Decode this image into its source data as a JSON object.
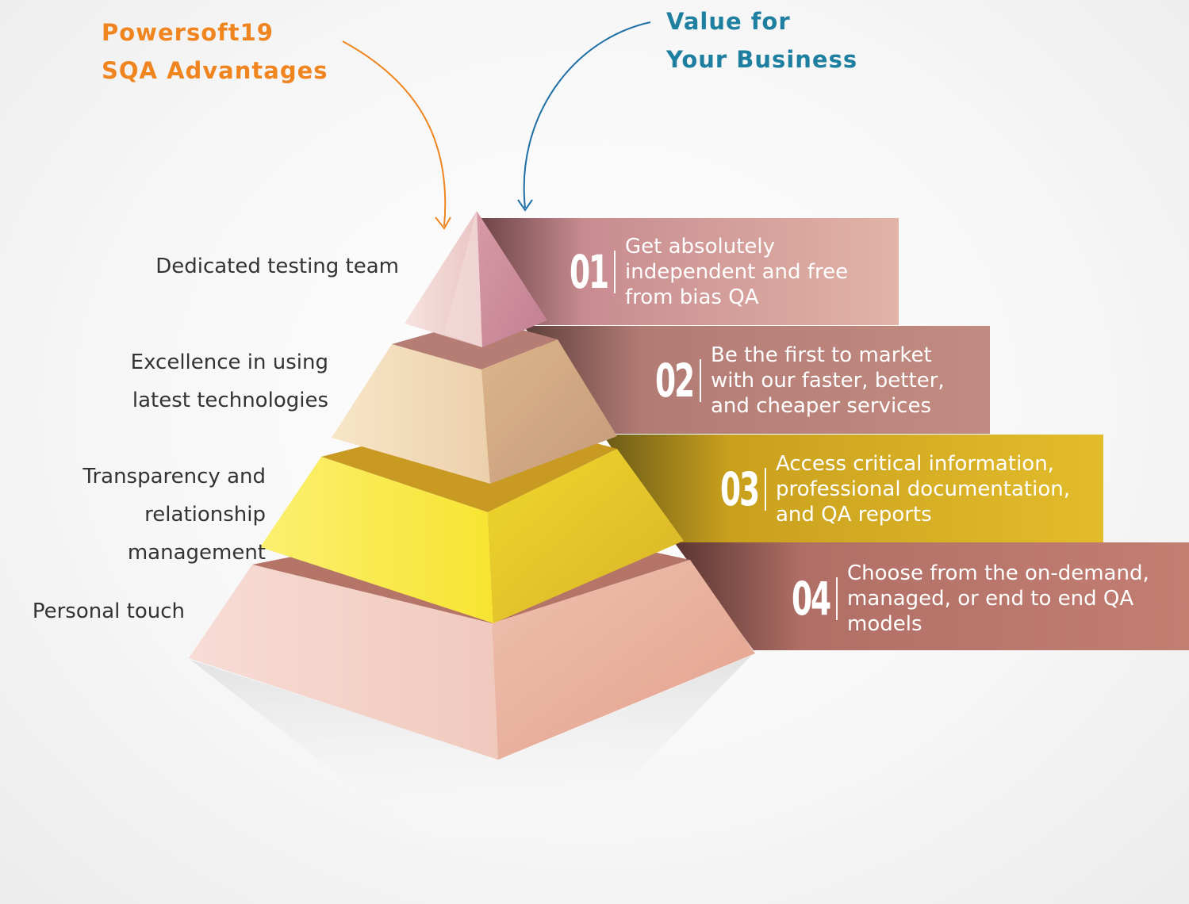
{
  "headings": {
    "advantages": [
      "Powersoft19",
      "SQA Advantages"
    ],
    "value": [
      "Value for",
      "Your Business"
    ]
  },
  "levels": [
    {
      "label": [
        "Dedicated testing team"
      ],
      "number": "01",
      "text": [
        "Get absolutely",
        "independent and free",
        "from bias QA"
      ],
      "band_color": "#c98c86"
    },
    {
      "label": [
        "Excellence in using",
        "latest technologies"
      ],
      "number": "02",
      "text": [
        "Be the first to market",
        "with our faster, better,",
        "and cheaper services"
      ],
      "band_color": "#b7776f"
    },
    {
      "label": [
        "Transparency and",
        "relationship management"
      ],
      "number": "03",
      "text": [
        "Access critical information,",
        "professional documentation,",
        "and QA reports"
      ],
      "band_color": "#d4ac1e"
    },
    {
      "label": [
        "Personal touch"
      ],
      "number": "04",
      "text": [
        "Choose from the on-demand,",
        "managed, or end to end QA",
        "models"
      ],
      "band_color": "#b8756a"
    }
  ],
  "colors": {
    "advantages_heading": "#f0851f",
    "value_heading": "#1e7fa0",
    "tier1": "#e8b9bd",
    "tier2": "#e6c9a2",
    "tier3": "#f5e43a",
    "tier4": "#efc3b3"
  }
}
